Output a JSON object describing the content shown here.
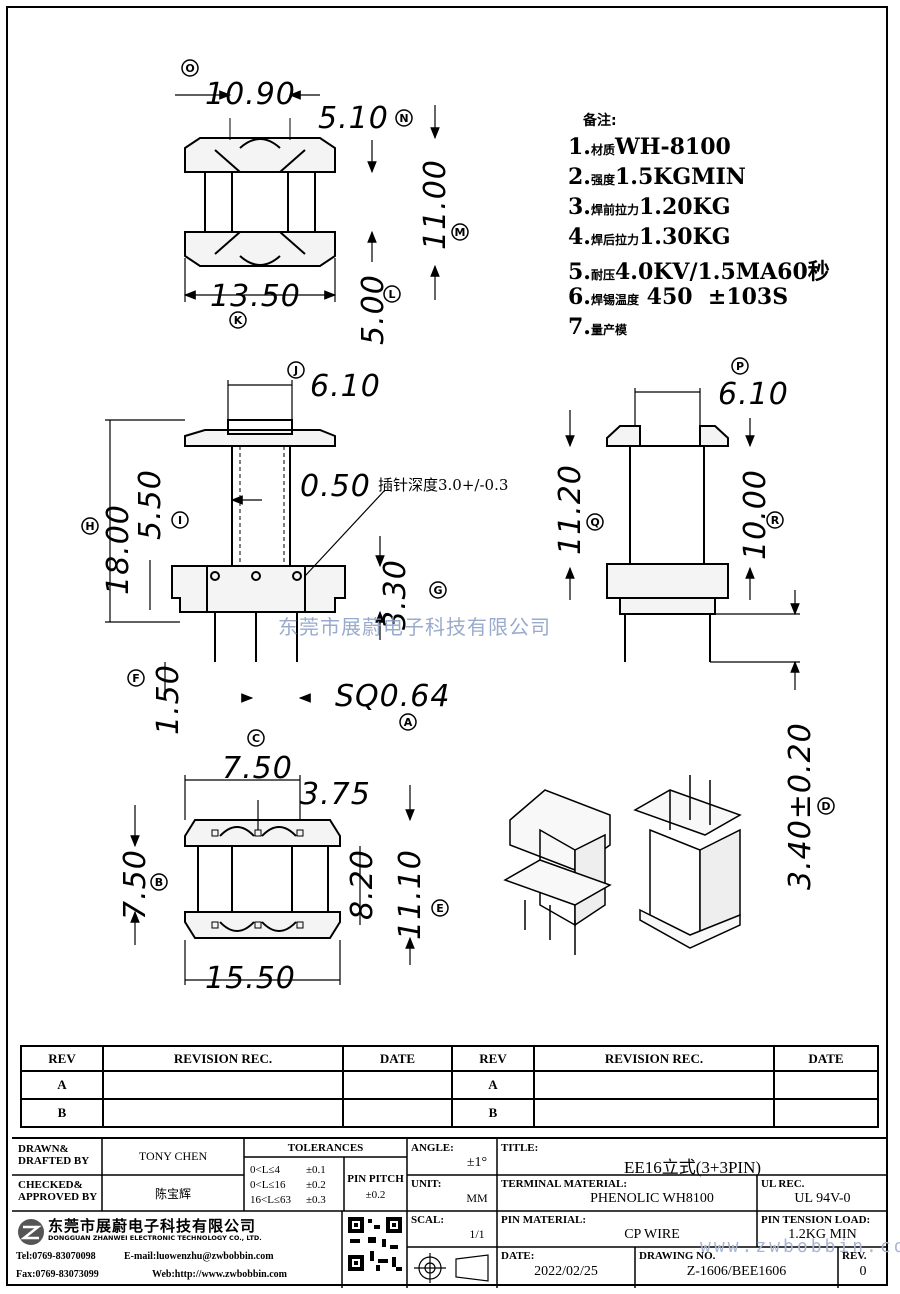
{
  "dimensions": {
    "top_view": {
      "width_inner": "10.90",
      "slot": "5.10",
      "width_outer": "13.50",
      "height": "11.00",
      "gap": "5.00"
    },
    "front_view": {
      "top": "6.10",
      "total_height": "18.00",
      "upper_height": "5.50",
      "wall": "0.50",
      "base": "3.30",
      "pin_len": "1.50",
      "pin_size": "SQ0.64",
      "pin_depth_note": "插针深度3.0+/-0.3"
    },
    "side_view": {
      "top": "6.10",
      "height": "11.20",
      "inner_height": "10.00",
      "pin_len": "3.40±0.20"
    },
    "bottom_view": {
      "pitch": "7.50",
      "half_pitch": "3.75",
      "width": "15.50",
      "left_height": "7.50",
      "inner": "8.20",
      "outer": "11.10"
    }
  },
  "markers": [
    "O",
    "N",
    "M",
    "L",
    "K",
    "J",
    "I",
    "H",
    "G",
    "F",
    "A",
    "P",
    "Q",
    "R",
    "C",
    "B",
    "E",
    "D"
  ],
  "notes": {
    "title": "备注:",
    "items": [
      {
        "num": "1.",
        "label": "材质",
        "value": "WH-8100"
      },
      {
        "num": "2.",
        "label": "强度",
        "value": "1.5KGMIN"
      },
      {
        "num": "3.",
        "label": "焊前拉力",
        "value": "1.20KG"
      },
      {
        "num": "4.",
        "label": "焊后拉力",
        "value": "1.30KG"
      },
      {
        "num": "5.",
        "label": "耐压",
        "value": "4.0KV/1.5MA60秒"
      },
      {
        "num": "6.",
        "label": "焊锡温度",
        "value": " 450  ±103S"
      },
      {
        "num": "7.",
        "label": "量产模",
        "value": ""
      }
    ]
  },
  "watermark": "东莞市展蔚电子科技有限公司",
  "watermark2": "www.zwbobbin.com",
  "revision_table": {
    "headers": [
      "REV",
      "REVISION REC.",
      "DATE",
      "REV",
      "REVISION REC.",
      "DATE"
    ],
    "rows": [
      [
        "A",
        "",
        "",
        "A",
        "",
        ""
      ],
      [
        "B",
        "",
        "",
        "B",
        "",
        ""
      ]
    ]
  },
  "title_block": {
    "drawn_label": "DRAWN& DRAFTED BY",
    "drawn_value": "TONY CHEN",
    "checked_label": "CHECKED& APPROVED BY",
    "checked_value": "陈宝辉",
    "tolerances_label": "TOLERANCES",
    "tol_rows": [
      [
        "0<L≤4",
        "±0.1"
      ],
      [
        "0<L≤16",
        "±0.2"
      ],
      [
        "16<L≤63",
        "±0.3"
      ]
    ],
    "pin_pitch_label": "PIN PITCH",
    "pin_pitch_value": "±0.2",
    "angle_label": "ANGLE:",
    "angle_value": "±1°",
    "unit_label": "UNIT:",
    "unit_value": "MM",
    "scale_label": "SCAL:",
    "scale_value": "1/1",
    "title_label": "TITLE:",
    "title_value": "EE16立式(3+3PIN)",
    "terminal_label": "TERMINAL MATERIAL:",
    "terminal_value": "PHENOLIC WH8100",
    "ul_label": "UL REC.",
    "ul_value": "UL 94V-0",
    "pin_material_label": "PIN MATERIAL:",
    "pin_material_value": "CP WIRE",
    "tension_label": "PIN TENSION LOAD:",
    "tension_value": "1.2KG MIN",
    "date_label": "DATE:",
    "date_value": "2022/02/25",
    "drawing_label": "DRAWING NO.",
    "drawing_value": "Z-1606/BEE1606",
    "rev_label": "REV.",
    "rev_value": "0",
    "company_cn": "东莞市展蔚电子科技有限公司",
    "company_en": "DONGGUAN ZHANWEI ELECTRONIC TECHNOLOGY CO., LTD.",
    "tel": "Tel:0769-83070098",
    "email": "E-mail:luowenzhu@zwbobbin.com",
    "fax": "Fax:0769-83073099",
    "web": "Web:http://www.zwbobbin.com"
  }
}
